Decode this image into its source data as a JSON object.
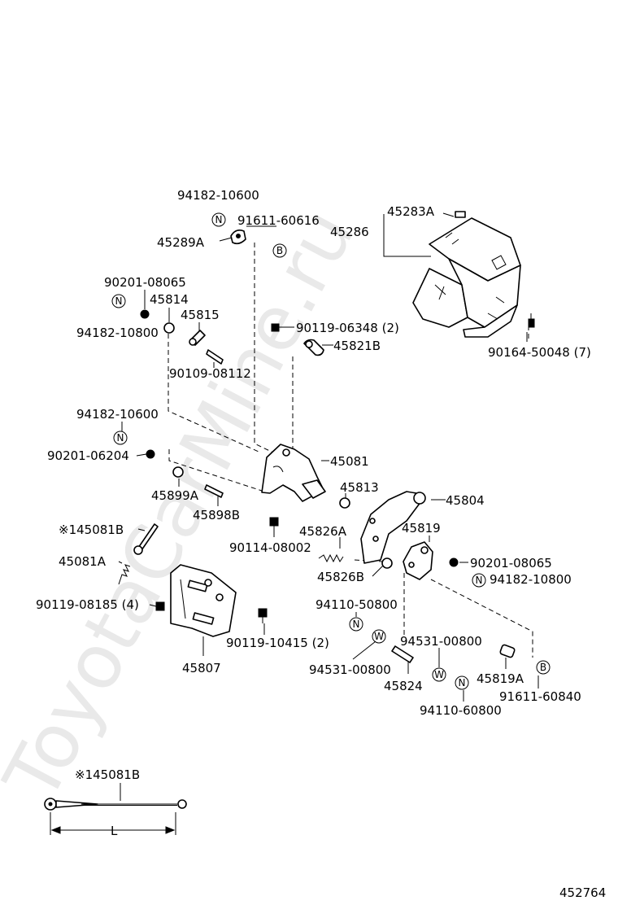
{
  "watermark": "ToyotaCarMine.ru",
  "diagram_id": "452764",
  "symbols": {
    "N": "N",
    "B": "B",
    "W": "W"
  },
  "labels": {
    "p94182_10600_top": "94182-10600",
    "p91611_60616": "91611-60616",
    "p45289A": "45289A",
    "p45283A": "45283A",
    "p45286": "45286",
    "p90201_08065_l": "90201-08065",
    "p45814": "45814",
    "p45815": "45815",
    "p94182_10800_l": "94182-10800",
    "p90119_06348": "90119-06348 (2)",
    "p45821B": "45821B",
    "p90109_08112": "90109-08112",
    "p90164_50048": "90164-50048 (7)",
    "p94182_10600_mid": "94182-10600",
    "p90201_06204": "90201-06204",
    "p45081": "45081",
    "p45899A": "45899A",
    "p45898B": "45898B",
    "p45813": "45813",
    "p45804": "45804",
    "p145081B_a": "※145081B",
    "p45826A": "45826A",
    "p45819": "45819",
    "p45081A": "45081A",
    "p90114_08002": "90114-08002",
    "p90201_08065_r": "90201-08065",
    "p45826B": "45826B",
    "p94182_10800_r": "94182-10800",
    "p90119_08185": "90119-08185 (4)",
    "p94110_50800": "94110-50800",
    "p90119_10415": "90119-10415 (2)",
    "p94531_00800_r": "94531-00800",
    "p94531_00800_l": "94531-00800",
    "p45807": "45807",
    "p45819A": "45819A",
    "p45824": "45824",
    "p91611_60840": "91611-60840",
    "p94110_60800": "94110-60800",
    "p145081B_b": "※145081B",
    "dimension_L": "L"
  }
}
